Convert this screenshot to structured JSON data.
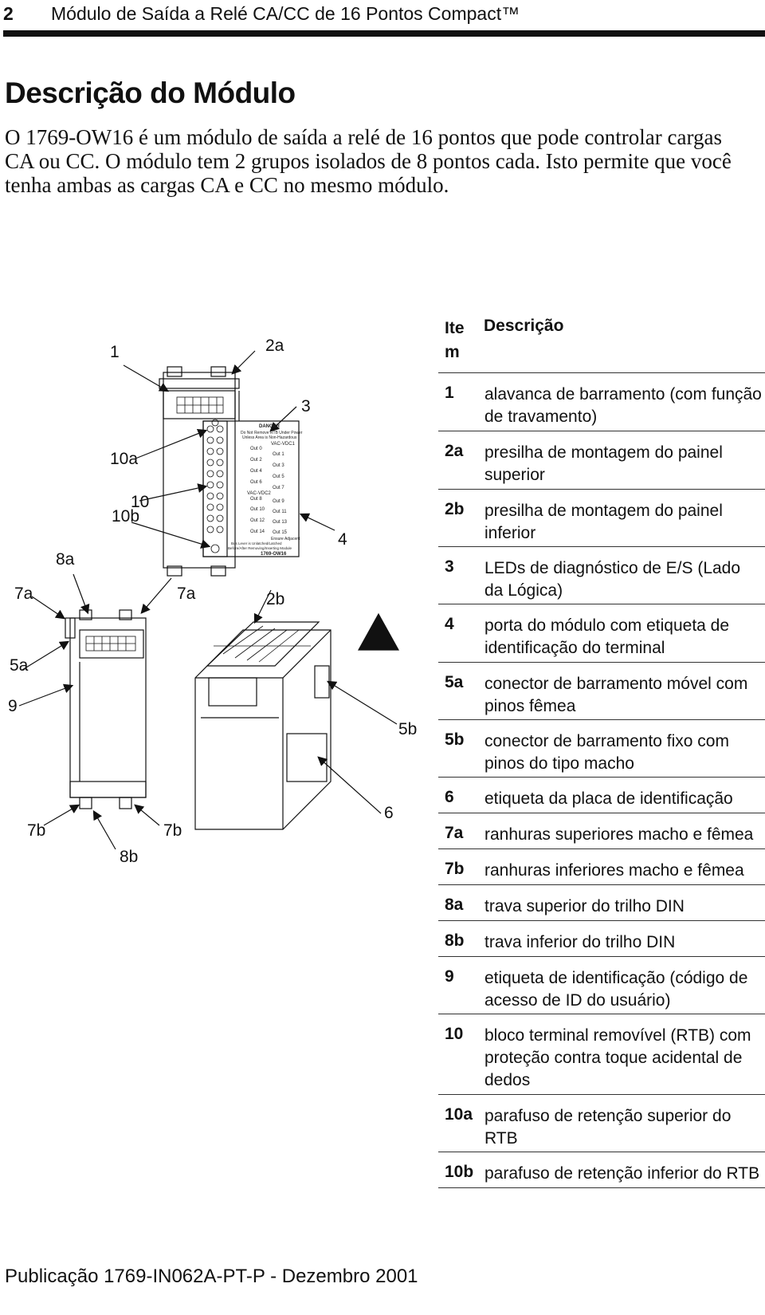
{
  "header": {
    "page_number": "2",
    "title": "Módulo de Saída a Relé CA/CC de 16 Pontos Compact™"
  },
  "section": {
    "title": "Descrição do Módulo",
    "intro": "O 1769-OW16 é um módulo de saída a relé de 16 pontos que pode controlar cargas CA ou CC. O módulo tem 2 grupos isolados de 8 pontos cada. Isto permite que você tenha ambas as cargas CA e CC no mesmo módulo."
  },
  "figure": {
    "callouts": {
      "c1": "1",
      "c2a": "2a",
      "c3": "3",
      "c10a": "10a",
      "c10": "10",
      "c10b": "10b",
      "c4": "4",
      "c8a": "8a",
      "c7a_left": "7a",
      "c7a_mid": "7a",
      "c2b": "2b",
      "c5a": "5a",
      "c9": "9",
      "c5b": "5b",
      "c6": "6",
      "c7b_left": "7b",
      "c7b_mid": "7b",
      "c8b": "8b"
    },
    "label": {
      "danger": "DANGER",
      "warn1": "Do Not Remove RTB Under Power",
      "warn2": "Unless Area is Non-Hazardous",
      "vac1": "VAC-VDC1",
      "vac2": "VAC-VDC2",
      "outs_left": [
        "Out 0",
        "Out 2",
        "Out 4",
        "Out 6",
        "Out 8",
        "Out 10",
        "Out 12",
        "Out 14"
      ],
      "outs_right": [
        "Out 1",
        "Out 3",
        "Out 5",
        "Out 7",
        "Out 9",
        "Out 11",
        "Out 13",
        "Out 15"
      ],
      "ensure": "Ensure Adjacent",
      "bus1": "Bus Lever is Unlatched/Latched",
      "bus2": "Before/After Removing/Inserting Module",
      "model": "1769-OW16"
    }
  },
  "table": {
    "head_item": "Ite m",
    "head_desc": "Descrição",
    "rows": [
      {
        "item": "1",
        "desc": "alavanca de barramento (com função de travamento)"
      },
      {
        "item": "2a",
        "desc": "presilha de montagem do painel superior"
      },
      {
        "item": "2b",
        "desc": "presilha de montagem do painel inferior"
      },
      {
        "item": "3",
        "desc": "LEDs de diagnóstico de E/S (Lado da Lógica)"
      },
      {
        "item": "4",
        "desc": "porta do módulo com etiqueta de identificação do terminal"
      },
      {
        "item": "5a",
        "desc": "conector de barramento móvel com pinos fêmea"
      },
      {
        "item": "5b",
        "desc": "conector de barramento fixo com pinos do tipo macho"
      },
      {
        "item": "6",
        "desc": "etiqueta da placa de identificação"
      },
      {
        "item": "7a",
        "desc": "ranhuras superiores macho e fêmea"
      },
      {
        "item": "7b",
        "desc": "ranhuras inferiores macho e fêmea"
      },
      {
        "item": "8a",
        "desc": "trava superior do trilho DIN"
      },
      {
        "item": "8b",
        "desc": "trava inferior do trilho DIN"
      },
      {
        "item": "9",
        "desc": "etiqueta de identificação (código de acesso de ID do usuário)"
      },
      {
        "item": "10",
        "desc": "bloco terminal removível (RTB) com proteção contra toque acidental de dedos"
      },
      {
        "item": "10a",
        "desc": "parafuso de retenção superior do RTB"
      },
      {
        "item": "10b",
        "desc": "parafuso de retenção inferior do RTB"
      }
    ]
  },
  "footer": {
    "text": "Publicação 1769-IN062A-PT-P - Dezembro 2001"
  }
}
